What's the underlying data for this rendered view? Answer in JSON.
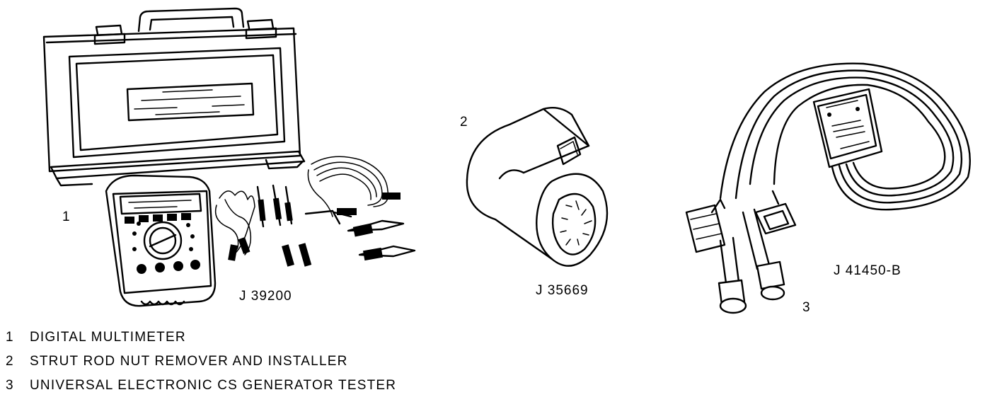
{
  "items": [
    {
      "callout": "1",
      "part_number": "J 39200",
      "description": "DIGITAL MULTIMETER"
    },
    {
      "callout": "2",
      "part_number": "J 35669",
      "description": "STRUT ROD NUT REMOVER AND INSTALLER"
    },
    {
      "callout": "3",
      "part_number": "J 41450-B",
      "description": "UNIVERSAL ELECTRONIC CS GENERATOR TESTER"
    }
  ]
}
